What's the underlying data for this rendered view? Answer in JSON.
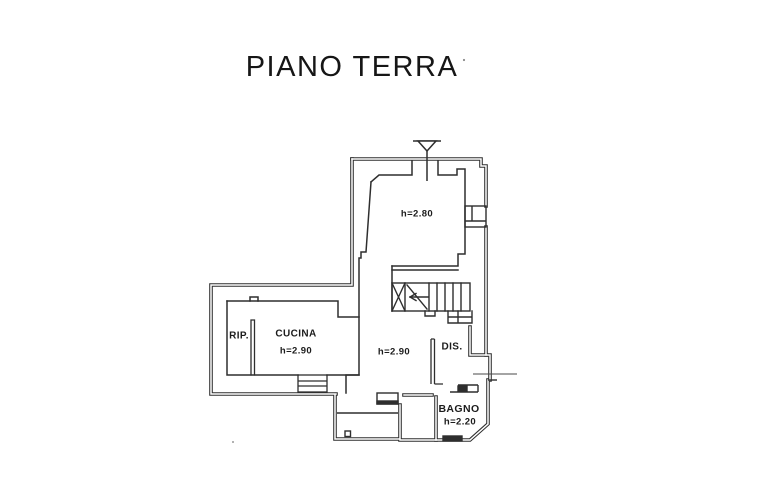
{
  "title": "PIANO TERRA",
  "labels": {
    "upper_room_height": "h=2.80",
    "rip": "RIP.",
    "cucina": "CUCINA",
    "cucina_height": "h=2.90",
    "central_room_height": "h=2.90",
    "dis": "DIS.",
    "bagno": "BAGNO",
    "bagno_height": "h=2.20"
  },
  "colors": {
    "wall_line": "#2e2e2e",
    "background": "#ffffff",
    "text": "#1c1c1c"
  }
}
